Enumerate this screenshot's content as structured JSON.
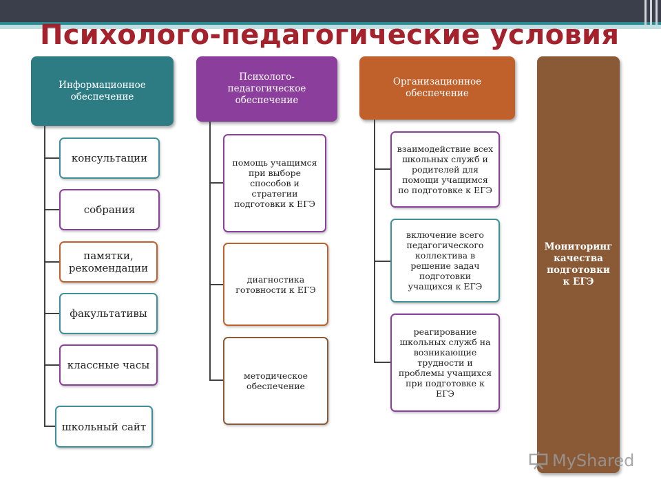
{
  "title": "Психолого-педагогические условия",
  "colors": {
    "info": "#2d7b83",
    "psych": "#8b3e9b",
    "org": "#c0612c",
    "monitor": "#8a5a37",
    "title": "#a3222c"
  },
  "columns": {
    "info": {
      "header": "Информационное обеспечение",
      "items": [
        "консультации",
        "собрания",
        "памятки, рекомендации",
        "факультативы",
        "классные часы",
        "школьный сайт"
      ]
    },
    "psych": {
      "header": "Психолого-педагогическое обеспечение",
      "items": [
        "помощь учащимся при выборе способов и стратегии подготовки к ЕГЭ",
        "диагностика готовности к ЕГЭ",
        "методическое обеспечение"
      ]
    },
    "org": {
      "header": "Организационное обеспечение",
      "items": [
        "взаимодействие всех школьных служб и родителей для помощи учащимся по подготовке к ЕГЭ",
        "включение всего педагогического коллектива в решение задач подготовки учащихся к ЕГЭ",
        "реагирование школьных служб на возникающие трудности и проблемы учащихся при подготовке к ЕГЭ"
      ]
    },
    "monitor": {
      "header": "Мониторинг качества подготовки к ЕГЭ"
    }
  },
  "watermark": "MyShared",
  "icons": {
    "watermark": "presentation-board-icon"
  }
}
